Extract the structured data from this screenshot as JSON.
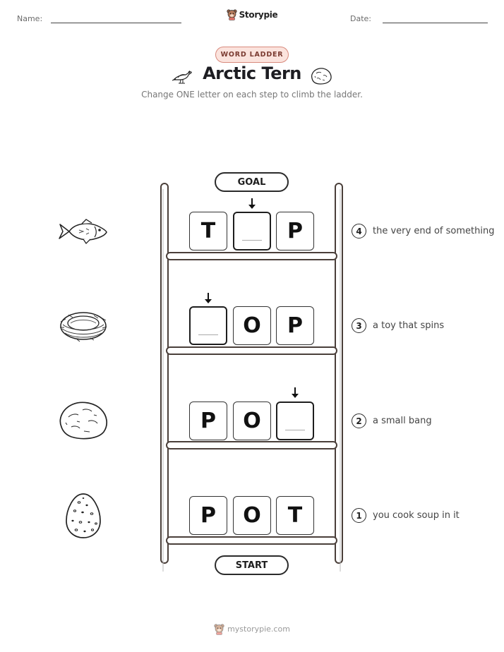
{
  "header": {
    "name_label": "Name:",
    "date_label": "Date:",
    "brand": "Storypie"
  },
  "badge": "WORD LADDER",
  "title": "Arctic Tern",
  "subtitle": "Change ONE letter on each step to climb the ladder.",
  "goal_label": "GOAL",
  "start_label": "START",
  "rungs": [
    {
      "step": "4",
      "letters": [
        "T",
        "",
        "P"
      ],
      "blank_index": 1,
      "clue": "the very end of something",
      "picture": "fish-icon"
    },
    {
      "step": "3",
      "letters": [
        "",
        "O",
        "P"
      ],
      "blank_index": 0,
      "clue": "a toy that spins",
      "picture": "nest-icon"
    },
    {
      "step": "2",
      "letters": [
        "P",
        "O",
        ""
      ],
      "blank_index": 2,
      "clue": "a small bang",
      "picture": "rock-icon"
    },
    {
      "step": "1",
      "letters": [
        "P",
        "O",
        "T"
      ],
      "blank_index": null,
      "clue": "you cook soup in it",
      "picture": "egg-icon"
    }
  ],
  "footer": "mystorypie.com"
}
